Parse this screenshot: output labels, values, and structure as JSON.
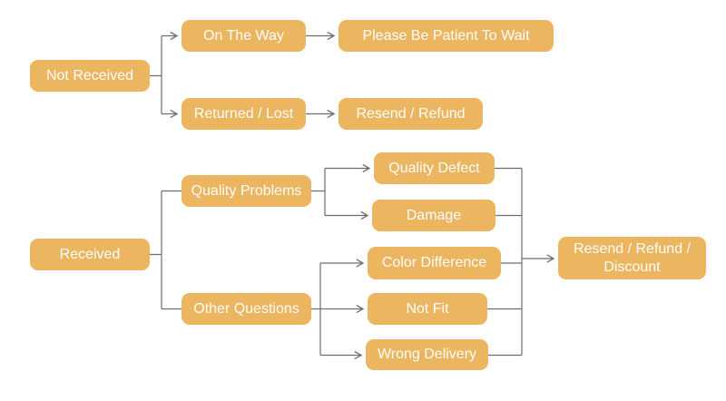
{
  "colors": {
    "node_fill": "#ecb661",
    "node_text": "#fdfdfd",
    "connector": "#6e6e6e",
    "page_bg": "#ffffff"
  },
  "flowchart": {
    "nodes": {
      "not_received": {
        "label": "Not Received"
      },
      "on_the_way": {
        "label": "On The Way"
      },
      "please_be_patient": {
        "label": "Please Be Patient To Wait"
      },
      "returned_lost": {
        "label": "Returned / Lost"
      },
      "resend_refund": {
        "label": "Resend / Refund"
      },
      "received": {
        "label": "Received"
      },
      "quality_problems": {
        "label": "Quality Problems"
      },
      "other_questions": {
        "label": "Other Questions"
      },
      "quality_defect": {
        "label": "Quality Defect"
      },
      "damage": {
        "label": "Damage"
      },
      "color_difference": {
        "label": "Color Difference"
      },
      "not_fit": {
        "label": "Not Fit"
      },
      "wrong_delivery": {
        "label": "Wrong Delivery"
      },
      "resend_refund_discount": {
        "label": "Resend / Refund / Discount"
      }
    },
    "edges": [
      {
        "from": "not_received",
        "to": "on_the_way",
        "arrow": true
      },
      {
        "from": "not_received",
        "to": "returned_lost",
        "arrow": true
      },
      {
        "from": "on_the_way",
        "to": "please_be_patient",
        "arrow": true
      },
      {
        "from": "returned_lost",
        "to": "resend_refund",
        "arrow": true
      },
      {
        "from": "received",
        "to": "quality_problems",
        "arrow": false
      },
      {
        "from": "received",
        "to": "other_questions",
        "arrow": false
      },
      {
        "from": "quality_problems",
        "to": "quality_defect",
        "arrow": true
      },
      {
        "from": "quality_problems",
        "to": "damage",
        "arrow": true
      },
      {
        "from": "other_questions",
        "to": "color_difference",
        "arrow": true
      },
      {
        "from": "other_questions",
        "to": "not_fit",
        "arrow": true
      },
      {
        "from": "other_questions",
        "to": "wrong_delivery",
        "arrow": true
      },
      {
        "from": "quality_defect",
        "to": "resend_refund_discount",
        "arrow": true
      },
      {
        "from": "damage",
        "to": "resend_refund_discount",
        "arrow": true
      },
      {
        "from": "color_difference",
        "to": "resend_refund_discount",
        "arrow": true
      },
      {
        "from": "not_fit",
        "to": "resend_refund_discount",
        "arrow": true
      },
      {
        "from": "wrong_delivery",
        "to": "resend_refund_discount",
        "arrow": true
      }
    ]
  }
}
